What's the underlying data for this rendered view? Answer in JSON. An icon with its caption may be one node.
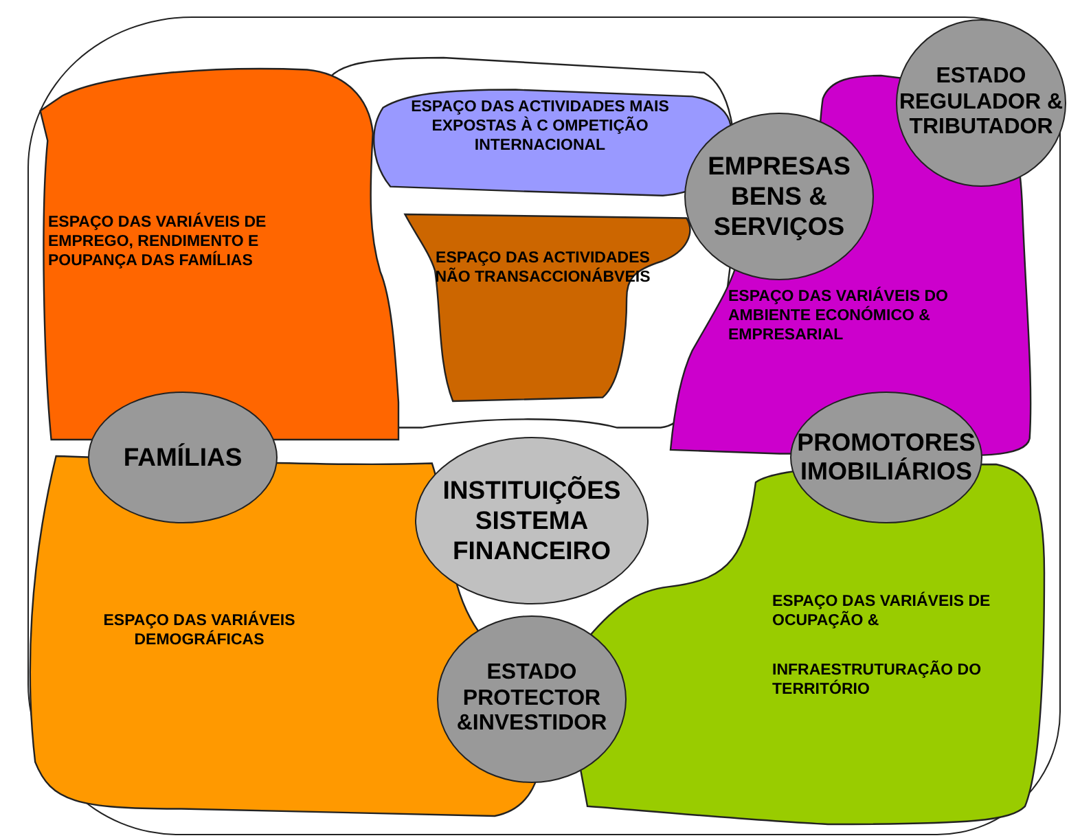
{
  "diagram": {
    "nodes": [
      {
        "text": [],
        "shape": "box"
      },
      {
        "text": [],
        "shape": "cloud",
        "in": 0
      },
      {
        "text": [
          "ESPAÇO DAS ACTIVIDADES MAIS EXPOSTAS À C OMPETIÇÃO INTERNACIONAL"
        ],
        "in": 1
      },
      {
        "text": [
          "ESPAÇO DAS VARIÁVEIS DE EMPREGO, RENDIMENTO E POUPANÇA DAS FAMÍLIAS"
        ],
        "in": 0
      },
      {
        "text": [
          "ESTADO REGULADOR & TRIBUTADOR"
        ],
        "in": 0
      },
      {
        "text": [
          "EMPRESAS BENS & SERVIÇOS"
        ],
        "in": 0
      },
      {
        "text": [
          "ESPAÇO DAS ACTIVIDADES NÃO TRANSACCIONÁBVEIS"
        ],
        "in": 1
      },
      {
        "text": [
          "ESPAÇO DAS VARIÁVEIS DO AMBIENTE ECONÓMICO & EMPRESARIAL"
        ],
        "in": 0
      },
      {
        "text": [
          "FAMÍLIAS"
        ],
        "in": 0
      },
      {
        "text": [
          "PROMOTORES IMOBILIÁRIOS"
        ],
        "in": 0
      },
      {
        "text": [
          "INSTITUIÇÕES SISTEMA FINANCEIRO"
        ],
        "in": 0
      },
      {
        "text": [
          "ESPAÇO DAS VARIÁVEIS DEMOGRÁFICAS"
        ],
        "in": 0
      },
      {
        "text": [
          "ESTADO PROTECTOR &INVESTIDOR"
        ],
        "in": 0
      },
      {
        "text": [
          "ESPAÇO DAS VARIÁVEIS DE OCUPAÇÃO &",
          "INFRAESTRUTURAÇÃO DO TERRITÓRIO"
        ],
        "in": 0
      }
    ]
  }
}
